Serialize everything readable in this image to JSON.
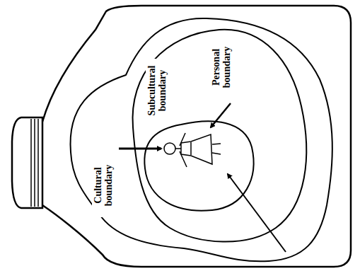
{
  "diagram": {
    "labels": [
      "Cultural boundary",
      "Subcultural boundary",
      "Personal boundary"
    ]
  }
}
